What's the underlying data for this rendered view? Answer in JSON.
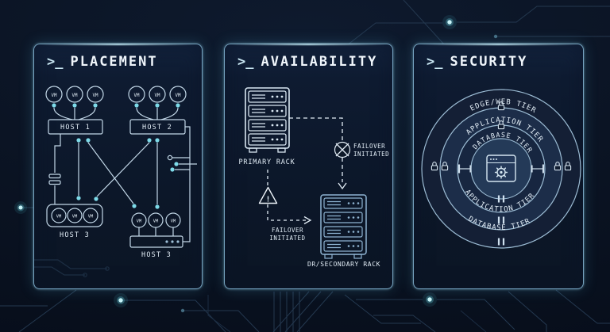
{
  "colors": {
    "background": "#0b1424",
    "panel_border": "#89bcda",
    "accent_cyan": "#7edbe9",
    "line_art": "#c3d8e8",
    "dim_line_art": "#8fb4d2"
  },
  "placement": {
    "prompt": ">_",
    "title": "PLACEMENT",
    "vm_label": "VM",
    "host1_label": "HOST 1",
    "host2_label": "HOST 2",
    "host3a_label": "HOST 3",
    "host3b_label": "HOST 3"
  },
  "availability": {
    "prompt": ">_",
    "title": "AVAILABILITY",
    "primary_rack_label": "PRIMARY RACK",
    "dr_rack_label": "DR/SECONDARY RACK",
    "warning_glyph": "!",
    "failover_right": {
      "line1": "FAILOVER",
      "line2": "INITIATED"
    },
    "failover_left": {
      "line1": "FAILOVER",
      "line2": "INITIATED"
    }
  },
  "security": {
    "prompt": ">_",
    "title": "SECURITY",
    "tier_top_outer": "EDGE/WEB TIER",
    "tier_top_middle": "APPLICATION TIER",
    "tier_top_inner": "DATABASE TIER",
    "tier_bottom_inner": "APPLICATION TIER",
    "tier_bottom_outer": "DATABASE TIER"
  }
}
